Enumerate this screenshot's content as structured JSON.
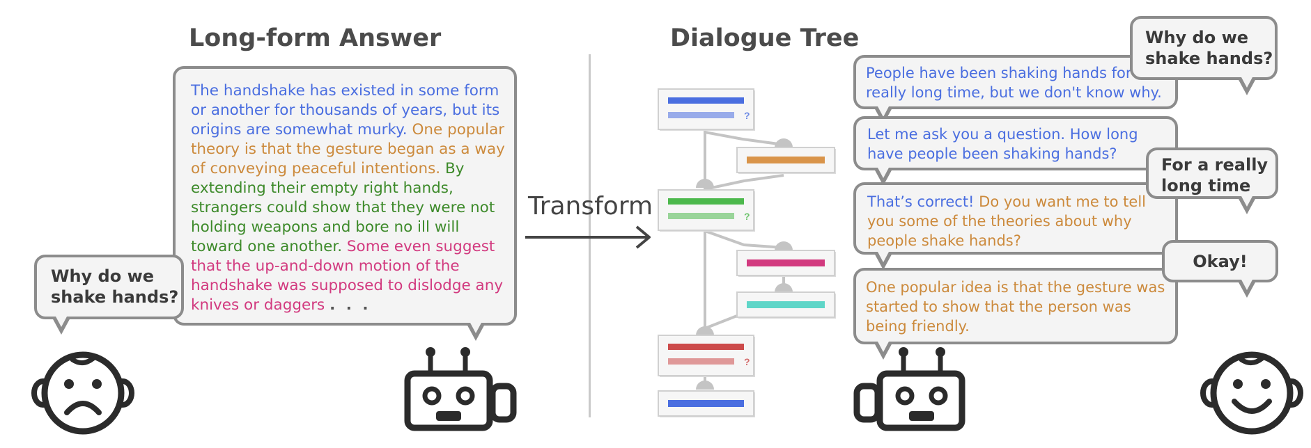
{
  "left": {
    "title": "Long-form Answer",
    "question": "Why do we shake hands?",
    "answer_segments": [
      {
        "text": "The handshake has existed in some form or another for thousands of years, but its origins are somewhat murky. ",
        "color": "#4a6ee0"
      },
      {
        "text": "One popular theory is that the gesture began as a way of conveying peaceful intentions. ",
        "color": "#cc8a3c"
      },
      {
        "text": "By extending their empty right hands, strangers could show that they were not holding weapons and bore no ill will toward one another. ",
        "color": "#3d8a2a"
      },
      {
        "text": "Some even suggest that the up-and-down motion of the handshake was supposed to dislodge any knives or daggers ",
        "color": "#d23a7f"
      }
    ],
    "ellipsis": ". . ."
  },
  "transform_label": "Transform",
  "right": {
    "title": "Dialogue Tree",
    "bot_turns": [
      {
        "segments": [
          {
            "text": "People have been shaking hands for a really long time, but we don't know why.",
            "color": "#4a6ee0"
          }
        ]
      },
      {
        "segments": [
          {
            "text": "Let me ask you a question. How long have people been shaking hands?",
            "color": "#4a6ee0"
          }
        ]
      },
      {
        "segments": [
          {
            "text": "That’s correct! ",
            "color": "#4a6ee0"
          },
          {
            "text": "Do you want me to tell you some of the theories about why people shake hands?",
            "color": "#cc8a3c"
          }
        ]
      },
      {
        "segments": [
          {
            "text": "One popular idea is that the gesture was started to show that the person was being friendly.",
            "color": "#cc8a3c"
          }
        ]
      }
    ],
    "user_turns": [
      "Why do we shake hands?",
      "For a really long time",
      "Okay!"
    ]
  },
  "tree": {
    "question_mark": "?",
    "node_colors": [
      "#4a6ee0",
      "#d9944a",
      "#4cb84c",
      "#d23a7f",
      "#5fd6c8",
      "#cc4a4a",
      "#4a6ee0"
    ]
  },
  "colors": {
    "bubble_border": "#8c8c8c",
    "bubble_fill": "#f4f4f4",
    "icon": "#2b2b2b"
  }
}
